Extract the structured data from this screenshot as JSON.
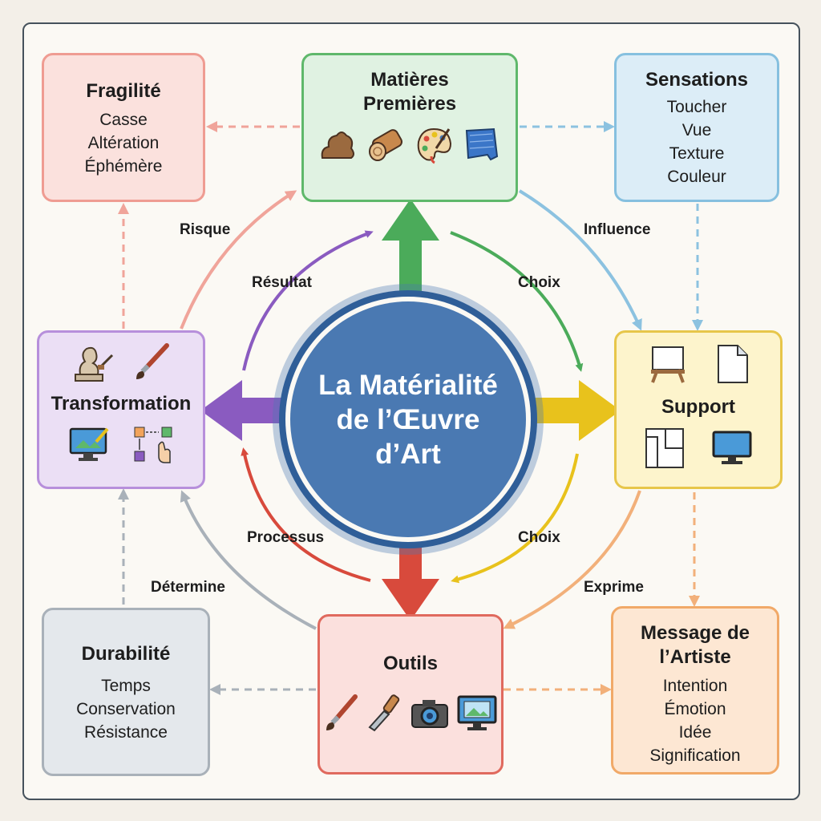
{
  "center": {
    "title": "La Matérialité de l’Œuvre d’Art"
  },
  "nodes": {
    "fragilite": {
      "title": "Fragilité",
      "items": [
        "Casse",
        "Altération",
        "Éphémère"
      ]
    },
    "matieres": {
      "title": "Matières Premières",
      "icons": [
        "clay-icon",
        "wood-log-icon",
        "paint-palette-icon",
        "fabric-icon"
      ]
    },
    "sensations": {
      "title": "Sensations",
      "items": [
        "Toucher",
        "Vue",
        "Texture",
        "Couleur"
      ]
    },
    "transformation": {
      "title": "Transformation",
      "icons": [
        "sculpture-icon",
        "paintbrush-icon",
        "digital-drawing-monitor-icon",
        "process-flow-icon"
      ]
    },
    "support": {
      "title": "Support",
      "icons": [
        "easel-canvas-icon",
        "paper-sheet-icon",
        "wall-panel-icon",
        "screen-monitor-icon"
      ]
    },
    "durabilite": {
      "title": "Durabilité",
      "items": [
        "Temps",
        "Conservation",
        "Résistance"
      ]
    },
    "outils": {
      "title": "Outils",
      "icons": [
        "paintbrush-icon",
        "chisel-icon",
        "camera-icon",
        "image-monitor-icon"
      ]
    },
    "message": {
      "title": "Message de l’Artiste",
      "items": [
        "Intention",
        "Émotion",
        "Idée",
        "Signification"
      ]
    }
  },
  "edge_labels": {
    "risque": "Risque",
    "influence": "Influence",
    "resultat": "Résultat",
    "choix_top": "Choix",
    "processus": "Processus",
    "choix_bottom": "Choix",
    "determine": "Détermine",
    "exprime": "Exprime"
  },
  "colors": {
    "center_blue": "#4a79b2",
    "green": "#4bab5a",
    "purple": "#8a5bc0",
    "yellow": "#e8c21c",
    "red": "#d84a3c",
    "pink_light": "#f0a49a",
    "blue_light": "#8cc2e0",
    "orange_light": "#f2b07a",
    "gray": "#a9b1b9"
  }
}
